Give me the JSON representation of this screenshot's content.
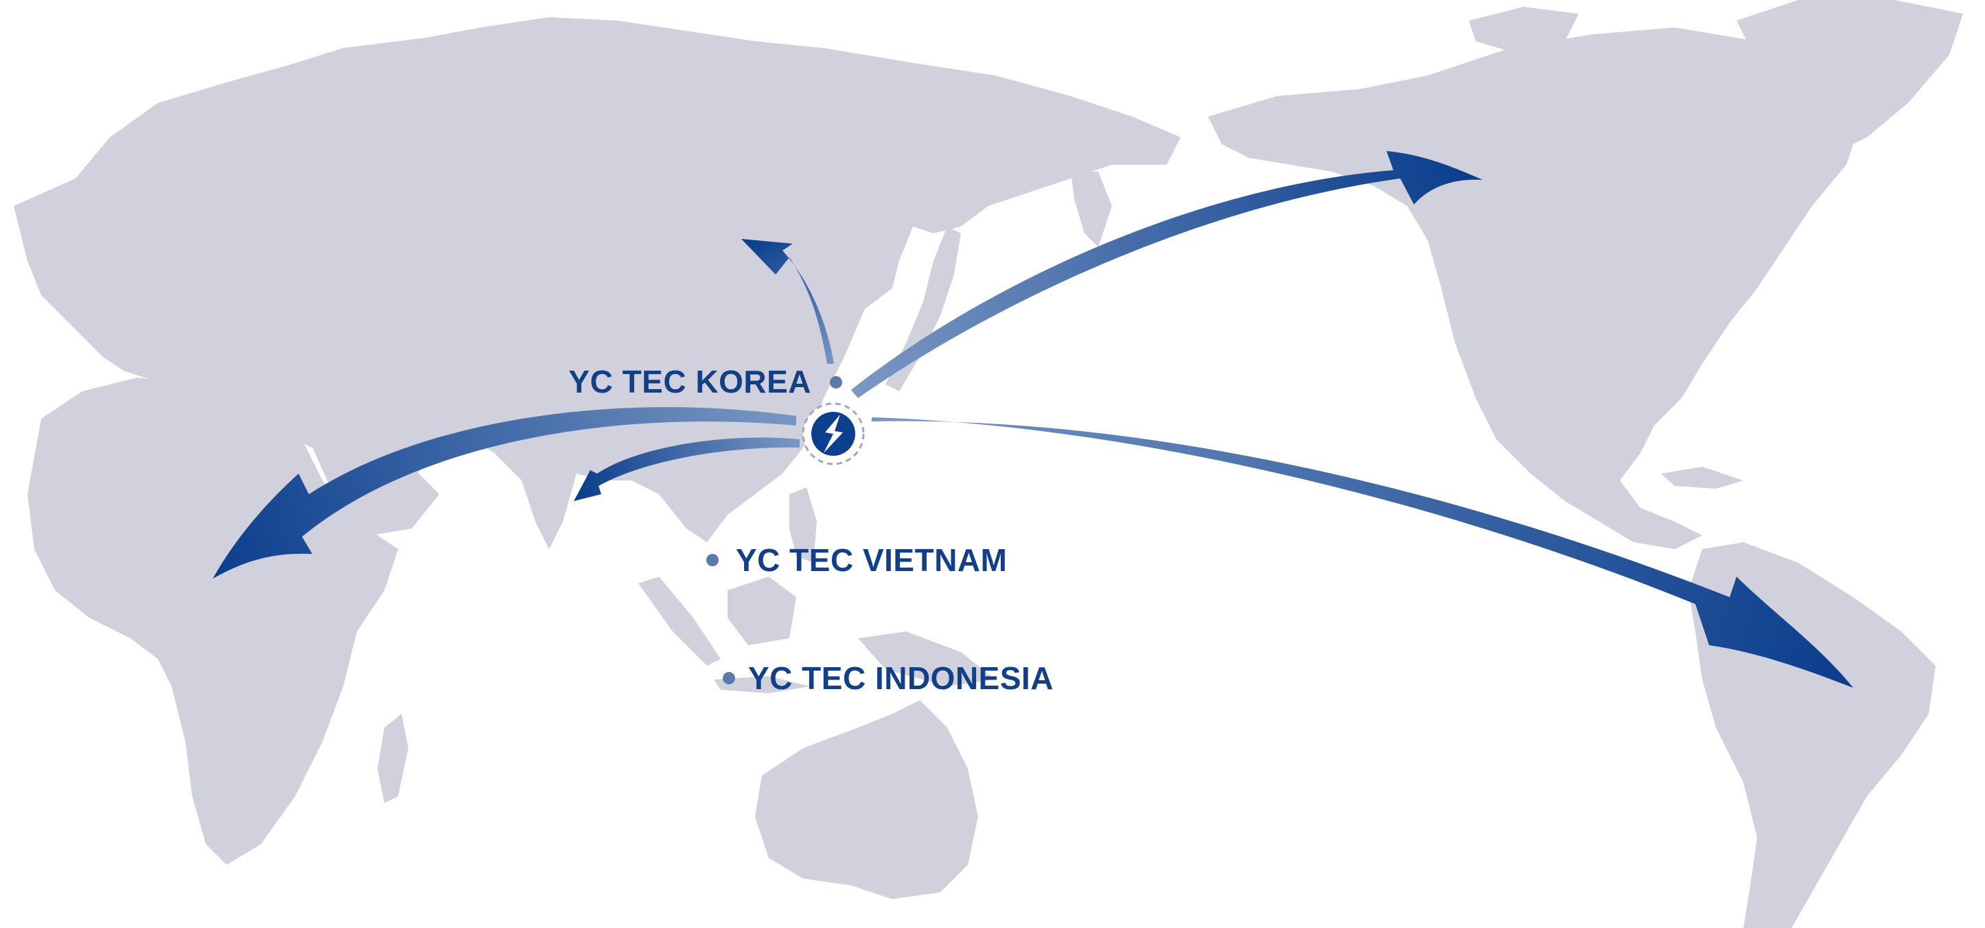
{
  "colors": {
    "land": "#d1d1de",
    "ocean": "#ffffff",
    "arrow_dark": "#0a3d8c",
    "arrow_light": "#6f8fbe",
    "label": "#123f86",
    "dot": "#5a79ad",
    "hub_fill": "#0d3f8f"
  },
  "hub": {
    "icon": "yc-tec-logo-icon"
  },
  "sites": [
    {
      "id": "korea",
      "label": "YC TEC KOREA"
    },
    {
      "id": "vietnam",
      "label": "YC TEC VIETNAM"
    },
    {
      "id": "indonesia",
      "label": "YC TEC INDONESIA"
    }
  ],
  "routes": [
    {
      "id": "to-north-asia"
    },
    {
      "id": "to-north-america"
    },
    {
      "id": "to-south-america"
    },
    {
      "id": "to-india"
    },
    {
      "id": "to-africa"
    }
  ]
}
